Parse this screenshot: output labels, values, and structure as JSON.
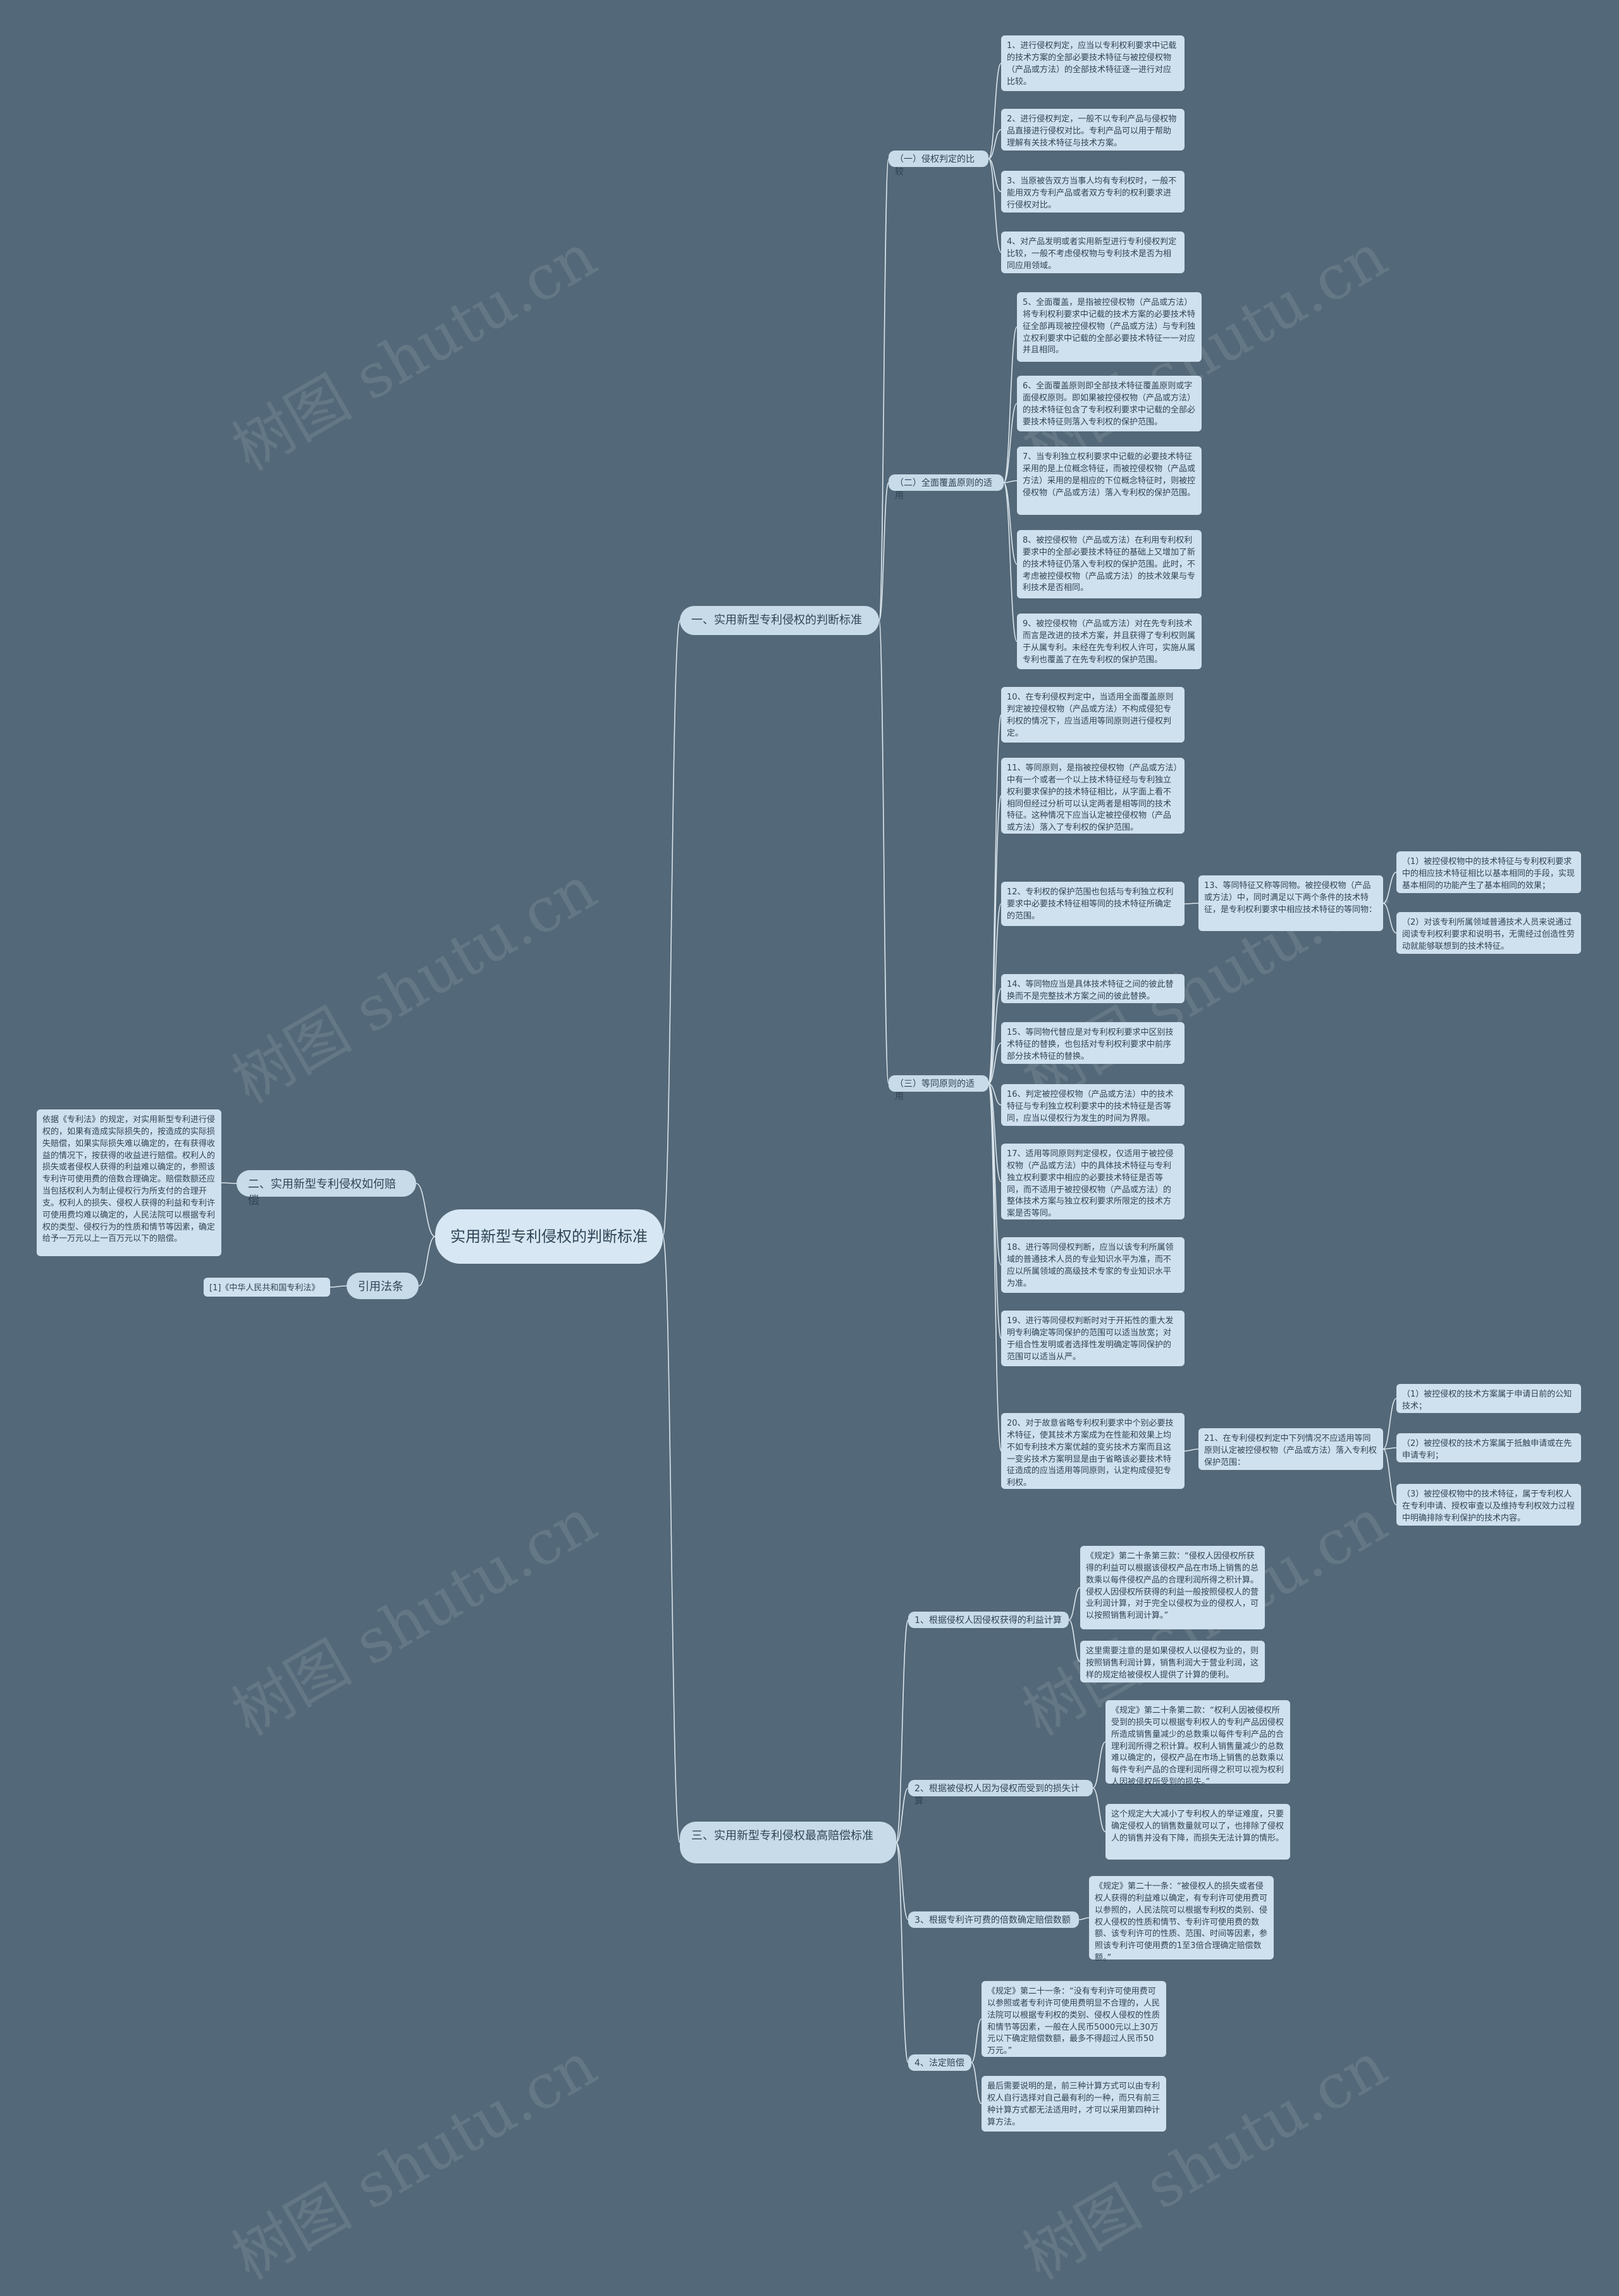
{
  "root": "实用新型专利侵权的判断标准",
  "watermark": "树图 shutu.cn",
  "colors": {
    "background": "#536878",
    "node": "#cfe0ee",
    "line": "#d9e4ec",
    "text": "#2f4556"
  },
  "branch1": {
    "title": "一、实用新型专利侵权的判断标准",
    "sub1": {
      "title": "（一）侵权判定的比较",
      "items": [
        "1、进行侵权判定，应当以专利权利要求中记载的技术方案的全部必要技术特征与被控侵权物（产品或方法）的全部技术特征逐一进行对应比较。",
        "2、进行侵权判定，一般不以专利产品与侵权物品直接进行侵权对比。专利产品可以用于帮助理解有关技术特征与技术方案。",
        "3、当原被告双方当事人均有专利权时，一般不能用双方专利产品或者双方专利的权利要求进行侵权对比。",
        "4、对产品发明或者实用新型进行专利侵权判定比较，一般不考虑侵权物与专利技术是否为相同应用领域。"
      ]
    },
    "sub2": {
      "title": "（二）全面覆盖原则的适用",
      "items": [
        "5、全面覆盖，是指被控侵权物（产品或方法）将专利权利要求中记载的技术方案的必要技术特征全部再现被控侵权物（产品或方法）与专利独立权利要求中记载的全部必要技术特征一一对应并且相同。",
        "6、全面覆盖原则即全部技术特征覆盖原则或字面侵权原则。即如果被控侵权物（产品或方法）的技术特征包含了专利权利要求中记载的全部必要技术特征则落入专利权的保护范围。",
        "7、当专利独立权利要求中记载的必要技术特征采用的是上位概念特征，而被控侵权物（产品或方法）采用的是相应的下位概念特征时，则被控侵权物（产品或方法）落入专利权的保护范围。",
        "8、被控侵权物（产品或方法）在利用专利权利要求中的全部必要技术特征的基础上又增加了新的技术特征仍落入专利权的保护范围。此时，不考虑被控侵权物（产品或方法）的技术效果与专利技术是否相同。",
        "9、被控侵权物（产品或方法）对在先专利技术而言是改进的技术方案，并且获得了专利权则属于从属专利。未经在先专利权人许可，实施从属专利也覆盖了在先专利权的保护范围。"
      ]
    },
    "sub3": {
      "title": "（三）等同原则的适用",
      "items": [
        "10、在专利侵权判定中，当适用全面覆盖原则判定被控侵权物（产品或方法）不构成侵犯专利权的情况下，应当适用等同原则进行侵权判定。",
        "11、等同原则，是指被控侵权物（产品或方法）中有一个或者一个以上技术特征经与专利独立权利要求保护的技术特征相比，从字面上看不相同但经过分析可以认定两者是相等同的技术特征。这种情况下应当认定被控侵权物（产品或方法）落入了专利权的保护范围。",
        "12、专利权的保护范围也包括与专利独立权利要求中必要技术特征相等同的技术特征所确定的范围。",
        "14、等同物应当是具体技术特征之间的彼此替换而不是完整技术方案之间的彼此替换。",
        "15、等同物代替应是对专利权利要求中区别技术特征的替换，也包括对专利权利要求中前序部分技术特征的替换。",
        "16、判定被控侵权物（产品或方法）中的技术特征与专利独立权利要求中的技术特征是否等同，应当以侵权行为发生的时间为界限。",
        "17、适用等同原则判定侵权，仅适用于被控侵权物（产品或方法）中的具体技术特征与专利独立权利要求中相应的必要技术特征是否等同，而不适用于被控侵权物（产品或方法）的整体技术方案与独立权利要求所限定的技术方案是否等同。",
        "18、进行等同侵权判断，应当以该专利所属领域的普通技术人员的专业知识水平为准，而不应以所属领域的高级技术专家的专业知识水平为准。",
        "19、进行等同侵权判断时对于开拓性的重大发明专利确定等同保护的范围可以适当放宽；对于组合性发明或者选择性发明确定等同保护的范围可以适当从严。",
        "20、对于故意省略专利权利要求中个别必要技术特征，使其技术方案成为在性能和效果上均不如专利技术方案优越的变劣技术方案而且这一变劣技术方案明显是由于省略该必要技术特征造成的应当适用等同原则，认定构成侵犯专利权。"
      ],
      "n13": {
        "text": "13、等同特征又称等同物。被控侵权物（产品或方法）中，同时满足以下两个条件的技术特征，是专利权利要求中相应技术特征的等同物：",
        "items": [
          "（1）被控侵权物中的技术特征与专利权利要求中的相应技术特征相比以基本相同的手段，实现基本相同的功能产生了基本相同的效果；",
          "（2）对该专利所属领域普通技术人员来说通过阅读专利权利要求和说明书，无需经过创造性劳动就能够联想到的技术特征。"
        ]
      },
      "n21": {
        "text": "21、在专利侵权判定中下列情况不应适用等同原则认定被控侵权物（产品或方法）落入专利权保护范围：",
        "items": [
          "（1）被控侵权的技术方案属于申请日前的公知技术；",
          "（2）被控侵权的技术方案属于抵触申请或在先申请专利；",
          "（3）被控侵权物中的技术特征，属于专利权人在专利申请、授权审查以及维持专利权效力过程中明确排除专利保护的技术内容。"
        ]
      }
    }
  },
  "branch2": {
    "title": "二、实用新型专利侵权如何赔偿",
    "text": "依据《专利法》的规定，对实用新型专利进行侵权的，如果有造成实际损失的，按造成的实际损失赔偿，如果实际损失难以确定的，在有获得收益的情况下，按获得的收益进行赔偿。权利人的损失或者侵权人获得的利益难以确定的，参照该专利许可使用费的倍数合理确定。赔偿数额还应当包括权利人为制止侵权行为所支付的合理开支。权利人的损失、侵权人获得的利益和专利许可使用费均难以确定的，人民法院可以根据专利权的类型、侵权行为的性质和情节等因素，确定给予一万元以上一百万元以下的赔偿。"
  },
  "branch3": {
    "title": "引用法条",
    "text": "[1]《中华人民共和国专利法》"
  },
  "branch4": {
    "title": "三、实用新型专利侵权最高赔偿标准",
    "subs": [
      {
        "title": "1、根据侵权人因侵权获得的利益计算",
        "items": [
          "《规定》第二十条第三款：“侵权人因侵权所获得的利益可以根据该侵权产品在市场上销售的总数乘以每件侵权产品的合理利润所得之积计算。侵权人因侵权所获得的利益一般按照侵权人的营业利润计算，对于完全以侵权为业的侵权人，可以按照销售利润计算。”",
          "这里需要注意的是如果侵权人以侵权为业的，则按照销售利润计算，销售利润大于营业利润，这样的规定给被侵权人提供了计算的便利。"
        ]
      },
      {
        "title": "2、根据被侵权人因为侵权而受到的损失计算",
        "items": [
          "《规定》第二十条第二款：“权利人因被侵权所受到的损失可以根据专利权人的专利产品因侵权所造成销售量减少的总数乘以每件专利产品的合理利润所得之积计算。权利人销售量减少的总数难以确定的，侵权产品在市场上销售的总数乘以每件专利产品的合理利润所得之积可以视为权利人因被侵权所受到的损失。”",
          "这个规定大大减小了专利权人的举证难度，只要确定侵权人的销售数量就可以了，也排除了侵权人的销售并没有下降，而损失无法计算的情形。"
        ]
      },
      {
        "title": "3、根据专利许可费的倍数确定赔偿数额",
        "items": [
          "《规定》第二十一条：“被侵权人的损失或者侵权人获得的利益难以确定，有专利许可使用费可以参照的，人民法院可以根据专利权的类别、侵权人侵权的性质和情节、专利许可使用费的数额、该专利许可的性质、范围、时间等因素，参照该专利许可使用费的1至3倍合理确定赔偿数额。”"
        ]
      },
      {
        "title": "4、法定赔偿",
        "items": [
          "《规定》第二十一条：“没有专利许可使用费可以参照或者专利许可使用费明显不合理的，人民法院可以根据专利权的类别、侵权人侵权的性质和情节等因素，一般在人民币5000元以上30万元以下确定赔偿数额，最多不得超过人民币50万元。”",
          "最后需要说明的是，前三种计算方式可以由专利权人自行选择对自己最有利的一种，而只有前三种计算方式都无法适用时，才可以采用第四种计算方法。"
        ]
      }
    ]
  }
}
